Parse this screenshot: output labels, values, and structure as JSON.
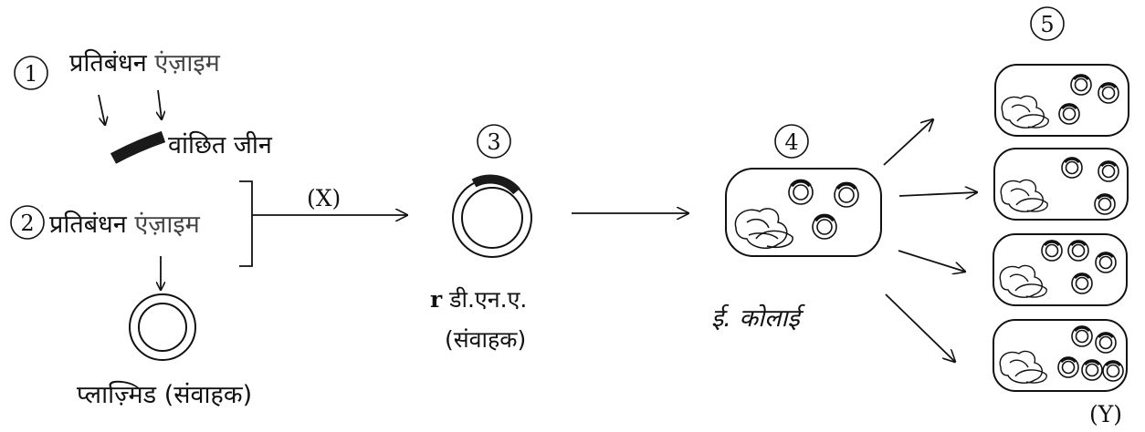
{
  "step_numbers": [
    "1",
    "2",
    "3",
    "4",
    "5"
  ],
  "labels": {
    "enzyme_1_part1": "प्रतिबंधन",
    "enzyme_1_part2": "एंज़ाइम",
    "desired_gene": "वांछित जीन",
    "enzyme_2_part1": "प्रतिबंधन",
    "enzyme_2_part2": "एंज़ाइम",
    "plasmid_vector": "प्लाज़्मिड (संवाहक)",
    "step_x": "(X)",
    "rdna_prefix": "r",
    "rdna": "डी.एन.ए.",
    "rdna_vector": "(संवाहक)",
    "ecoli": "ई. कोलाई",
    "step_y": "(Y)"
  },
  "icons": [
    "plasmid-ring-icon",
    "recombinant-plasmid-icon",
    "bacterial-cell-icon",
    "gene-fragment-icon",
    "arrow-icon"
  ],
  "colors": {
    "ink": "#111111",
    "gene": "#1a1a1a"
  }
}
